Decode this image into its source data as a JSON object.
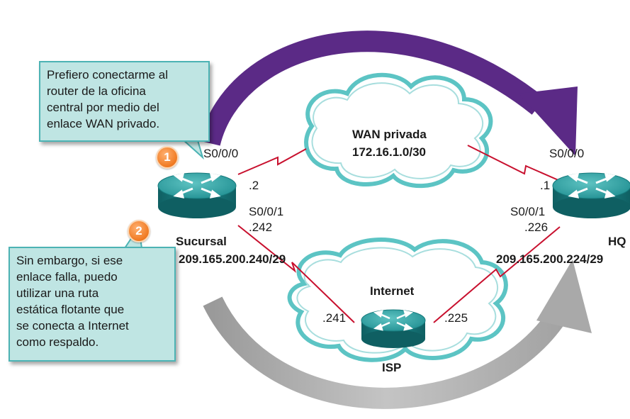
{
  "callouts": {
    "first": [
      "Prefiero conectarme al",
      "router de la oficina",
      "central por medio del",
      "enlace WAN privado."
    ],
    "second": [
      "Sin embargo, si ese",
      "enlace falla, puedo",
      "utilizar una ruta",
      "estática flotante que",
      "se conecta a Internet",
      "como respaldo."
    ]
  },
  "badges": {
    "one": "1",
    "two": "2"
  },
  "clouds": {
    "wan_title": "WAN privada",
    "wan_net": "172.16.1.0/30",
    "internet": "Internet"
  },
  "routers": {
    "branch": {
      "name": "Sucursal",
      "s000": "S0/0/0",
      "s000_ip": ".2",
      "s001": "S0/0/1",
      "s001_ip": ".242",
      "net": "209.165.200.240/29"
    },
    "hq": {
      "name": "HQ",
      "s000": "S0/0/0",
      "s000_ip": ".1",
      "s001": "S0/0/1",
      "s001_ip": ".226",
      "net": "209.165.200.224/29"
    },
    "isp": {
      "name": "ISP",
      "left_ip": ".241",
      "right_ip": ".225"
    }
  },
  "colors": {
    "primary_arrow": "#5b2a86",
    "backup_arrow": "#a9a9a9",
    "link": "#c8102e",
    "cloud_outline": "#5cc4c4",
    "router_teal": "#1f8a8d",
    "callout_fill": "#bfe5e3",
    "badge": "#f07a22"
  }
}
